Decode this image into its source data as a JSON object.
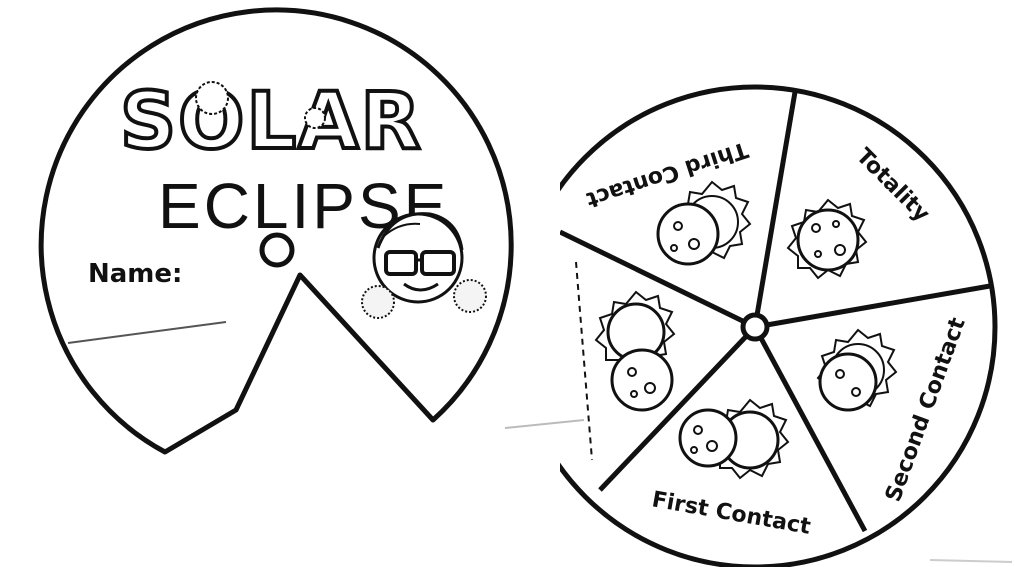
{
  "cover_wheel": {
    "title_line1": "SOLAR",
    "title_line2": "ECLIPSE",
    "name_label": "Name:"
  },
  "phase_wheel": {
    "segments": [
      {
        "label": "Third Contact",
        "icon": "sun-moon-third-contact-icon"
      },
      {
        "label": "Totality",
        "icon": "totality-icon"
      },
      {
        "label": "Second Contact",
        "icon": "sun-moon-second-contact-icon"
      },
      {
        "label": "First Contact",
        "icon": "sun-moon-first-contact-icon"
      },
      {
        "label": "",
        "icon": "sun-moon-fourth-contact-icon"
      }
    ]
  }
}
